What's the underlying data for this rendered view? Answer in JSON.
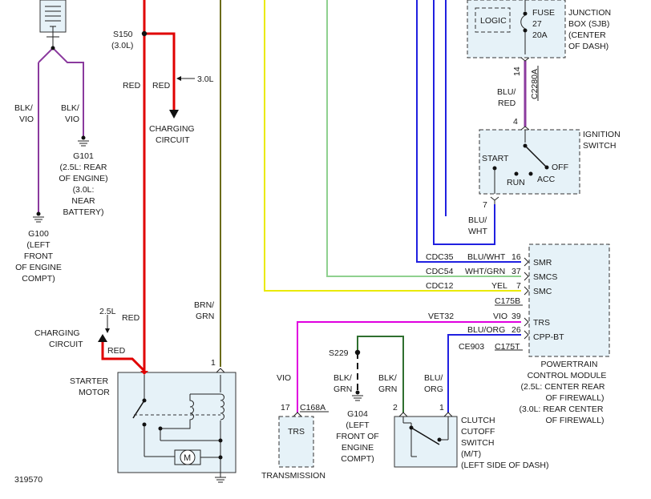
{
  "colors": {
    "red": "#e00000",
    "brown_green": "#6b6b1a",
    "blue": "#2020e0",
    "yellow": "#eaea00",
    "light_green": "#8fd18f",
    "violet": "#8b3a9e",
    "magenta": "#e000e0",
    "dark_green": "#2f6f2f",
    "component_fill": "#e6f2f8"
  },
  "splices": {
    "s150": "S150",
    "s150_engine": "(3.0L)",
    "s229": "S229"
  },
  "wires": {
    "red": "RED",
    "engine_30": "3.0L",
    "engine_25": "2.5L",
    "blk_vio_1": "BLK/",
    "blk_vio_2": "VIO",
    "brn_grn_1": "BRN/",
    "brn_grn_2": "GRN",
    "blu_red_1": "BLU/",
    "blu_red_2": "RED",
    "blu_wht_1": "BLU/",
    "blu_wht_2": "WHT",
    "vio": "VIO",
    "blk_grn_1": "BLK/",
    "blk_grn_2": "GRN",
    "blu_org_1": "BLU/",
    "blu_org_2": "ORG"
  },
  "charging_circuit": [
    "CHARGING",
    "CIRCUIT"
  ],
  "grounds": {
    "g101": [
      "G101",
      "(2.5L: REAR",
      "OF ENGINE)",
      "(3.0L:",
      "NEAR",
      "BATTERY)"
    ],
    "g100": [
      "G100",
      "(LEFT",
      "FRONT",
      "OF ENGINE",
      "COMPT)"
    ],
    "g104": [
      "G104",
      "(LEFT",
      "FRONT OF",
      "ENGINE",
      "COMPT)"
    ]
  },
  "sjb": {
    "logic": "LOGIC",
    "fuse": "FUSE",
    "fuse_num": "27",
    "fuse_amps": "20A",
    "name": [
      "JUNCTION",
      "BOX (SJB)",
      "(CENTER",
      "OF DASH)"
    ],
    "pin": "14",
    "connector": "C2280A"
  },
  "ignition_switch": {
    "name": [
      "IGNITION",
      "SWITCH"
    ],
    "pin_in": "4",
    "pin_out": "7",
    "start": "START",
    "off": "OFF",
    "run": "RUN",
    "acc": "ACC"
  },
  "pcm": {
    "rows": [
      {
        "circuit": "CDC35",
        "wire": "BLU/WHT",
        "pin": "16",
        "label": "SMR"
      },
      {
        "circuit": "CDC54",
        "wire": "WHT/GRN",
        "pin": "37",
        "label": "SMCS"
      },
      {
        "circuit": "CDC12",
        "wire": "YEL",
        "pin": "7",
        "label": "SMC"
      },
      {
        "circuit": "VET32",
        "wire": "VIO",
        "pin": "39",
        "label": "TRS"
      },
      {
        "circuit": "CE903",
        "wire": "BLU/ORG",
        "pin": "26",
        "label": "CPP-BT"
      }
    ],
    "connector_b": "C175B",
    "connector_t": "C175T",
    "name": [
      "POWERTRAIN",
      "CONTROL MODULE",
      "(2.5L: CENTER REAR",
      "OF FIREWALL)",
      "(3.0L: REAR CENTER",
      "OF FIREWALL)"
    ]
  },
  "starter": {
    "name": [
      "STARTER",
      "MOTOR"
    ],
    "pin": "1",
    "motor_symbol": "M"
  },
  "transmission": {
    "pin": "17",
    "connector": "C168A",
    "label": "TRS",
    "name": "TRANSMISSION"
  },
  "clutch_switch": {
    "pin_a": "2",
    "pin_b": "1",
    "name": [
      "CLUTCH",
      "CUTOFF",
      "SWITCH",
      "(M/T)",
      "(LEFT SIDE OF DASH)"
    ]
  },
  "diagram_id": "319570"
}
